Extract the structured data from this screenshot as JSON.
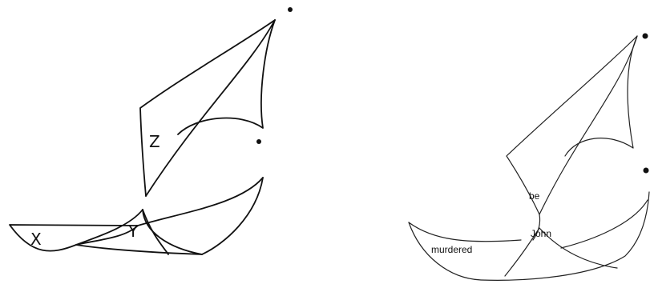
{
  "left_diagram": {
    "labels": {
      "z": "Z",
      "x": "X",
      "y": "Y"
    }
  },
  "right_diagram": {
    "labels": {
      "be": "be",
      "john": "John",
      "murdered": "murdered"
    }
  }
}
